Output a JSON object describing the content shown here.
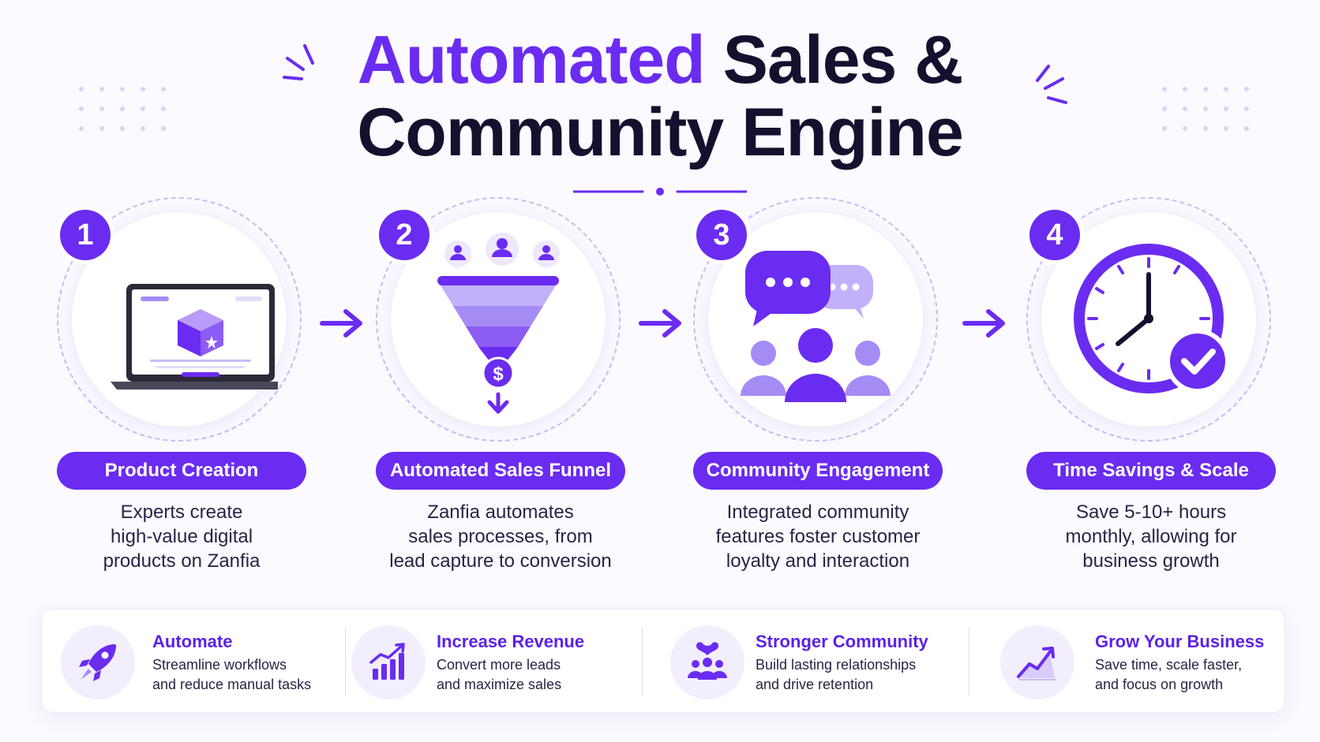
{
  "title": {
    "accent": "Automated",
    "rest_line1": "Sales &",
    "line2": "Community Engine"
  },
  "steps": [
    {
      "number": "1",
      "label": "Product Creation",
      "desc": [
        "Experts create",
        "high-value digital",
        "products on Zanfia"
      ],
      "icon": "laptop-product-icon"
    },
    {
      "number": "2",
      "label": "Automated Sales Funnel",
      "desc": [
        "Zanfia automates",
        "sales processes, from",
        "lead capture to conversion"
      ],
      "icon": "sales-funnel-icon",
      "funnel_symbol": "$"
    },
    {
      "number": "3",
      "label": "Community Engagement",
      "desc": [
        "Integrated community",
        "features foster customer",
        "loyalty and interaction"
      ],
      "icon": "community-chat-icon"
    },
    {
      "number": "4",
      "label": "Time Savings & Scale",
      "desc": [
        "Save 5-10+ hours",
        "monthly, allowing for",
        "business growth"
      ],
      "icon": "clock-check-icon"
    }
  ],
  "benefits": [
    {
      "title": "Automate",
      "text": [
        "Streamline workflows",
        "and reduce manual tasks"
      ],
      "icon": "rocket-icon"
    },
    {
      "title": "Increase Revenue",
      "text": [
        "Convert more leads",
        "and maximize sales"
      ],
      "icon": "bar-growth-icon"
    },
    {
      "title": "Stronger Community",
      "text": [
        "Build lasting relationships",
        "and drive retention"
      ],
      "icon": "heart-people-icon"
    },
    {
      "title": "Grow Your Business",
      "text": [
        "Save time, scale faster,",
        "and focus on growth"
      ],
      "icon": "trend-up-icon"
    }
  ],
  "colors": {
    "accent": "#6a2cf0",
    "accent_light": "#a58cf5",
    "dark": "#16102e",
    "background": "#fbfaff"
  }
}
